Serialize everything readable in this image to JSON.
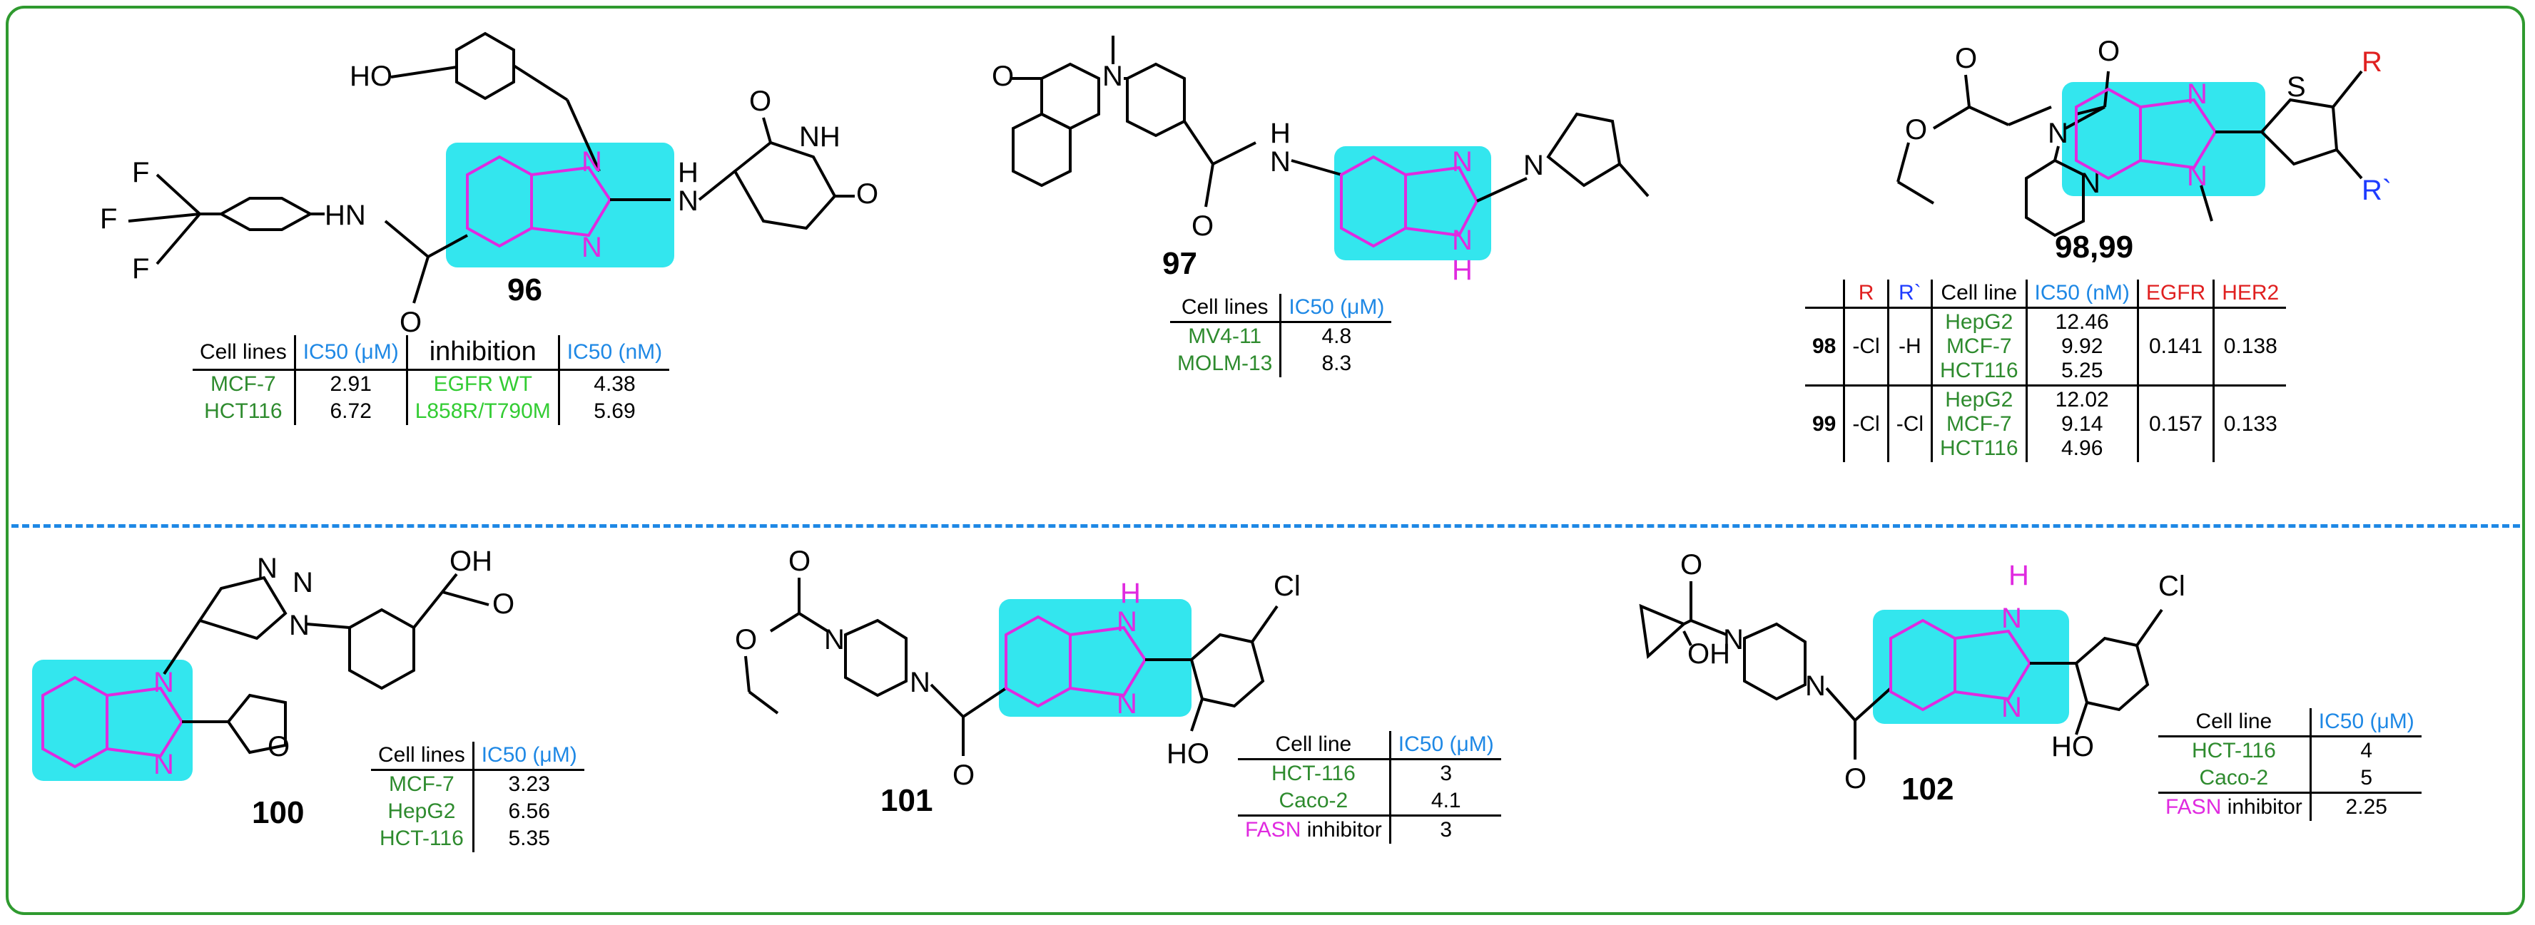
{
  "compounds": {
    "c96": {
      "label": "96",
      "atoms": {
        "ho": "HO",
        "f1": "F",
        "f2": "F",
        "f3": "F",
        "hn": "HN",
        "o1": "O",
        "n1": "N",
        "n2": "N",
        "nh_link": "N",
        "h_link": "H",
        "nh_ring": "NH",
        "o2": "O",
        "o3": "O"
      },
      "table": {
        "headers": [
          "Cell lines",
          "IC50 (μM)",
          "inhibition",
          "IC50 (nM)"
        ],
        "rows": [
          [
            "MCF-7",
            "2.91",
            "EGFR WT",
            "4.38"
          ],
          [
            "HCT116",
            "6.72",
            "L858R/T790M",
            "5.69"
          ]
        ]
      }
    },
    "c97": {
      "label": "97",
      "atoms": {
        "o1": "O",
        "n1": "N",
        "h_amide": "H",
        "n_amide": "N",
        "o2": "O",
        "n_bz1": "N",
        "n_bz2": "N",
        "h_bz": "H",
        "n_pyr": "N"
      },
      "table": {
        "headers": [
          "Cell lines",
          "IC50 (μM)"
        ],
        "rows": [
          [
            "MV4-11",
            "4.8"
          ],
          [
            "MOLM-13",
            "8.3"
          ]
        ]
      }
    },
    "c9899": {
      "label": "98,99",
      "atoms": {
        "o1": "O",
        "o2": "O",
        "n_amide": "N",
        "o3": "O",
        "n_py": "N",
        "n_bz1": "N",
        "n_bz2": "N",
        "s": "S",
        "r": "R",
        "r2": "R`"
      },
      "table": {
        "headers": [
          "",
          "R",
          "R`",
          "Cell line",
          "IC50 (nM)",
          "EGFR",
          "HER2"
        ],
        "rows": [
          {
            "id": "98",
            "r": "-Cl",
            "r2": "-H",
            "cells": [
              "HepG2",
              "MCF-7",
              "HCT116"
            ],
            "ic50": [
              "12.46",
              "9.92",
              "5.25"
            ],
            "egfr": "0.141",
            "her2": "0.138"
          },
          {
            "id": "99",
            "r": "-Cl",
            "r2": "-Cl",
            "cells": [
              "HepG2",
              "MCF-7",
              "HCT116"
            ],
            "ic50": [
              "12.02",
              "9.14",
              "4.96"
            ],
            "egfr": "0.157",
            "her2": "0.133"
          }
        ]
      }
    },
    "c100": {
      "label": "100",
      "atoms": {
        "n_t1": "N",
        "n_t2": "N",
        "n_t3": "N",
        "o_h": "OH",
        "o_c": "O",
        "n_bz1": "N",
        "n_bz2": "N",
        "o_fur": "O"
      },
      "table": {
        "headers": [
          "Cell lines",
          "IC50 (μM)"
        ],
        "rows": [
          [
            "MCF-7",
            "3.23"
          ],
          [
            "HepG2",
            "6.56"
          ],
          [
            "HCT-116",
            "5.35"
          ]
        ]
      }
    },
    "c101": {
      "label": "101",
      "atoms": {
        "o1": "O",
        "o2": "O",
        "n1": "N",
        "n2": "N",
        "o3": "O",
        "h_bz": "H",
        "n_bz1": "N",
        "n_bz2": "N",
        "cl": "Cl",
        "ho": "HO"
      },
      "table": {
        "headers": [
          "Cell line",
          "IC50 (μM)"
        ],
        "rows": [
          [
            "HCT-116",
            "3"
          ],
          [
            "Caco-2",
            "4.1"
          ]
        ],
        "footer": {
          "pre": "FASN",
          "post": " inhibitor",
          "value": "3"
        }
      }
    },
    "c102": {
      "label": "102",
      "atoms": {
        "o1": "O",
        "oh": "OH",
        "n1": "N",
        "n2": "N",
        "o2": "O",
        "h_bz": "H",
        "n_bz1": "N",
        "n_bz2": "N",
        "cl": "Cl",
        "ho": "HO"
      },
      "table": {
        "headers": [
          "Cell line",
          "IC50 (μM)"
        ],
        "rows": [
          [
            "HCT-116",
            "4"
          ],
          [
            "Caco-2",
            "5"
          ]
        ],
        "footer": {
          "pre": "FASN",
          "post": " inhibitor",
          "value": "2.25"
        }
      }
    }
  },
  "colors": {
    "frame": "#2f9a2f",
    "divider": "#1e88e5",
    "highlight": "#33e6ee",
    "benzimidazole": "#e02ae0",
    "cell_line": "#2e8b2e",
    "ic50_header": "#1e88e5"
  }
}
